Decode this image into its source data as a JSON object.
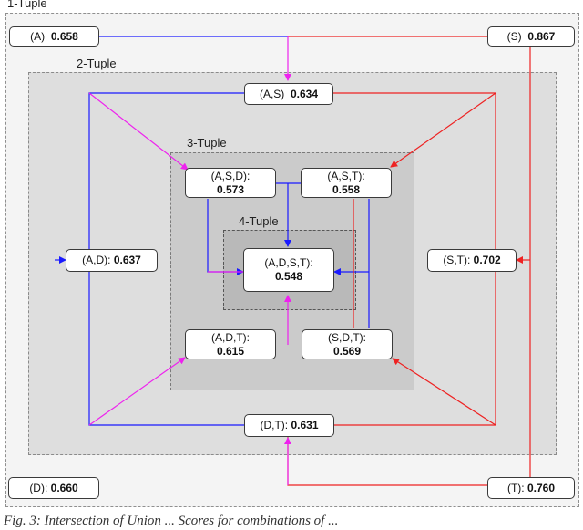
{
  "levels": {
    "one": "1-Tuple",
    "two": "2-Tuple",
    "three": "3-Tuple",
    "four": "4-Tuple"
  },
  "nodes": {
    "a": {
      "label": "(A)",
      "value": "0.658"
    },
    "s": {
      "label": "(S)",
      "value": "0.867"
    },
    "d": {
      "label": "(D):",
      "value": "0.660"
    },
    "t": {
      "label": "(T):",
      "value": "0.760"
    },
    "as": {
      "label": "(A,S)",
      "value": "0.634"
    },
    "ad": {
      "label": "(A,D):",
      "value": "0.637"
    },
    "st": {
      "label": "(S,T):",
      "value": "0.702"
    },
    "dt": {
      "label": "(D,T):",
      "value": "0.631"
    },
    "asd": {
      "label": "(A,S,D):",
      "value": "0.573"
    },
    "ast": {
      "label": "(A,S,T):",
      "value": "0.558"
    },
    "adt": {
      "label": "(A,D,T):",
      "value": "0.615"
    },
    "sdt": {
      "label": "(S,D,T):",
      "value": "0.569"
    },
    "adst": {
      "label": "(A,D,S,T):",
      "value": "0.548"
    }
  },
  "caption": "Fig. 3: Intersection of Union ... Scores for combinations of ...",
  "colors": {
    "blue_wire": "#1a1aff",
    "red_wire": "#ee2222",
    "magenta_wire": "#ee22ee"
  }
}
